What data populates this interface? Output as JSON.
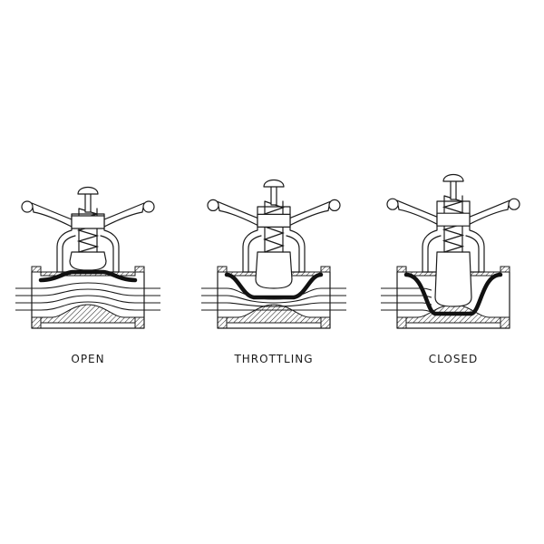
{
  "figure": {
    "panels": [
      {
        "state": "open",
        "label": "OPEN"
      },
      {
        "state": "throttling",
        "label": "THROTTLING"
      },
      {
        "state": "closed",
        "label": "CLOSED"
      }
    ]
  },
  "colors": {
    "line": "#1a1a1a",
    "background": "#ffffff"
  }
}
